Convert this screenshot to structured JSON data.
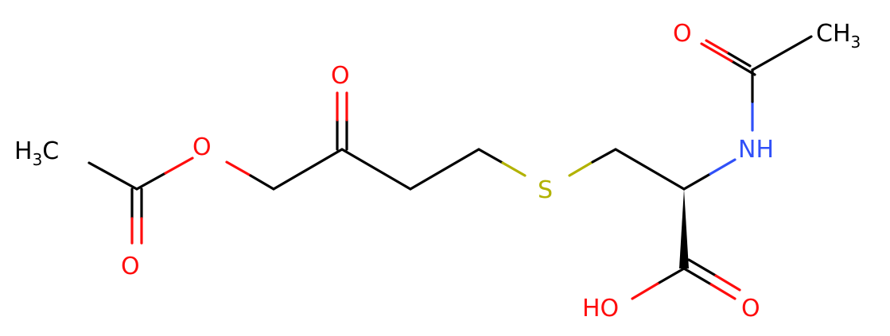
{
  "colors": {
    "carbon": "#000000",
    "oxygen": "#ff0d0d",
    "nitrogen": "#3050f8",
    "sulfur": "#b2b200"
  },
  "atoms": {
    "methyl_left": {
      "main": "H",
      "sub": "3",
      "tail": "C"
    },
    "ester_oxygen": "O",
    "ester_carbonyl_oxygen": "O",
    "ketone_oxygen": "O",
    "sulfur": "S",
    "amide_nitrogen": "NH",
    "amide_oxygen": "O",
    "methyl_right": {
      "main": "CH",
      "sub": "3"
    },
    "acid_hydroxyl": "HO",
    "acid_carbonyl_oxygen": "O"
  }
}
